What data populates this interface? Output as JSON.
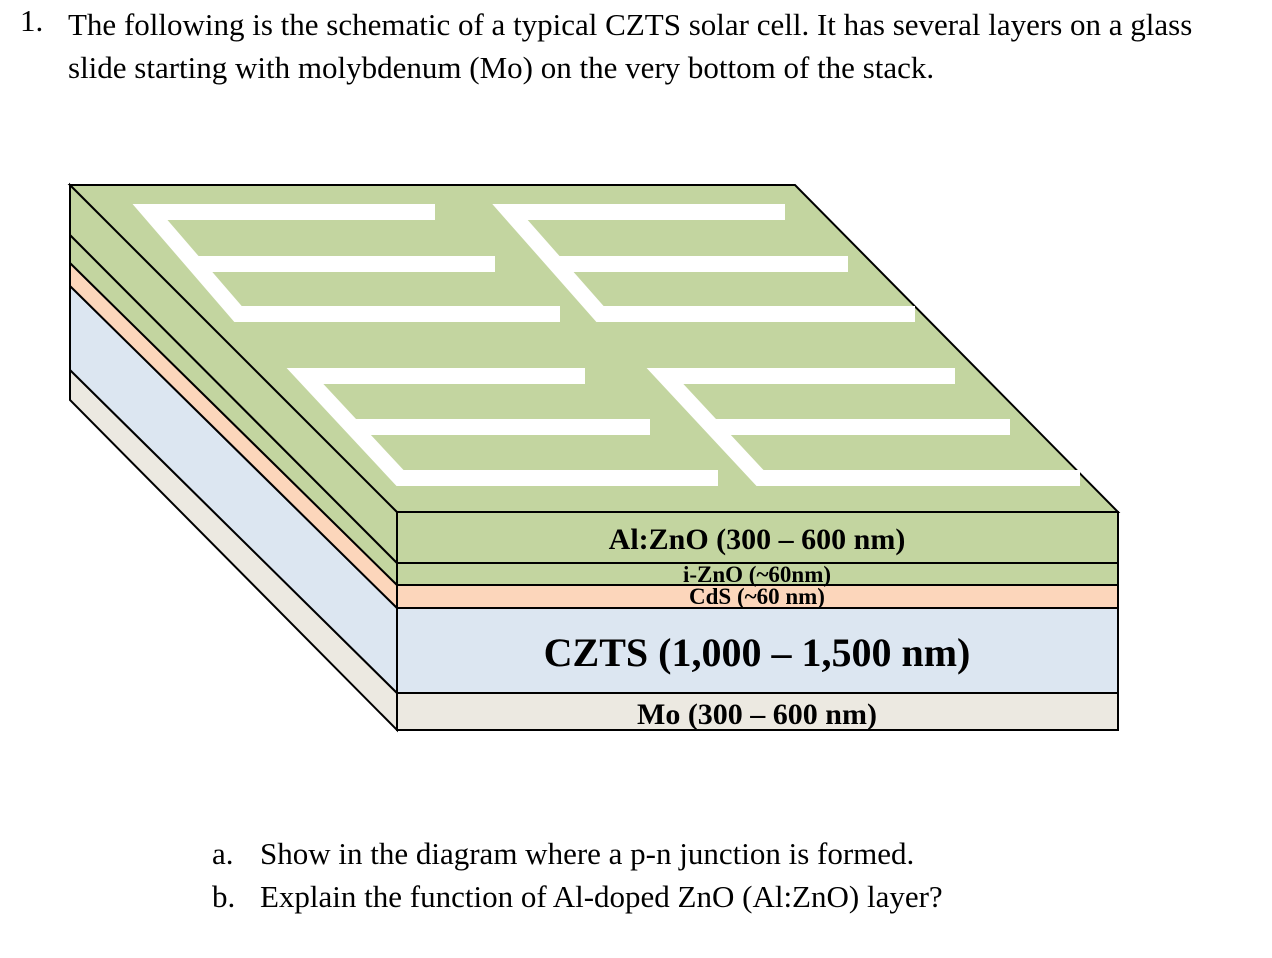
{
  "question": {
    "number": "1.",
    "text": "The following is the schematic of a typical CZTS solar cell. It has several layers on a glass slide starting with molybdenum (Mo) on the very bottom of the stack."
  },
  "layers": [
    {
      "name": "Al:ZnO",
      "label": "Al:ZnO (300 – 600 nm)",
      "color": "#c3d5a0"
    },
    {
      "name": "i-ZnO",
      "label": "i-ZnO (~60nm)",
      "color": "#c3d5a0"
    },
    {
      "name": "CdS",
      "label": "CdS (~60 nm)",
      "color": "#fcd6bb"
    },
    {
      "name": "CZTS",
      "label": "CZTS (1,000 – 1,500 nm)",
      "color": "#dce6f1"
    },
    {
      "name": "Mo",
      "label": "Mo (300 – 600 nm)",
      "color": "#ece9e1"
    }
  ],
  "subquestions": [
    {
      "label": "a.",
      "text": "Show in the diagram where a p-n junction is formed."
    },
    {
      "label": "b.",
      "text": "Explain the function of Al-doped ZnO (Al:ZnO) layer?"
    }
  ]
}
